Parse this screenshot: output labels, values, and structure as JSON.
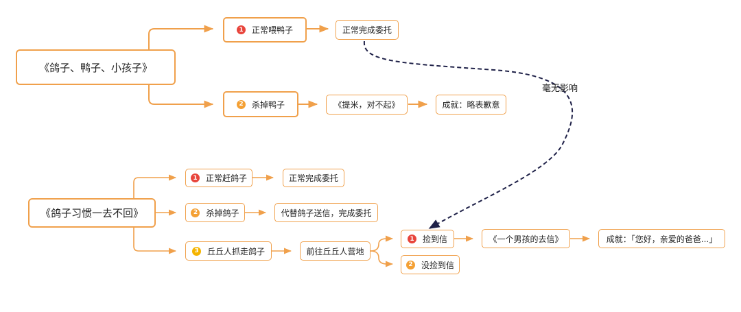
{
  "colors": {
    "branch": "#f0a04b",
    "dashed": "#1f2148",
    "badge_red": "#e8453c",
    "badge_orange": "#f4a034",
    "badge_yellow": "#f5b400"
  },
  "top": {
    "root": "《鸽子、鸭子、小孩子》",
    "branch1": {
      "badge": "1",
      "label": "正常喂鸭子",
      "result": "正常完成委托"
    },
    "branch2": {
      "badge": "2",
      "label": "杀掉鸭子",
      "result": "《提米，对不起》",
      "achievement": "成就：略表歉意"
    }
  },
  "annotation": "毫无影响",
  "bottom": {
    "root": "《鸽子习惯一去不回》",
    "branch1": {
      "badge": "1",
      "label": "正常赶鸽子",
      "result": "正常完成委托"
    },
    "branch2": {
      "badge": "2",
      "label": "杀掉鸽子",
      "result": "代替鸽子送信，完成委托"
    },
    "branch3": {
      "badge": "3",
      "label": "丘丘人抓走鸽子",
      "result": "前往丘丘人营地"
    },
    "sub1": {
      "badge": "1",
      "label": "捡到信",
      "result": "《一个男孩的去信》",
      "achievement": "成就：「您好，亲爱的爸爸...」"
    },
    "sub2": {
      "badge": "2",
      "label": "没捡到信"
    }
  }
}
